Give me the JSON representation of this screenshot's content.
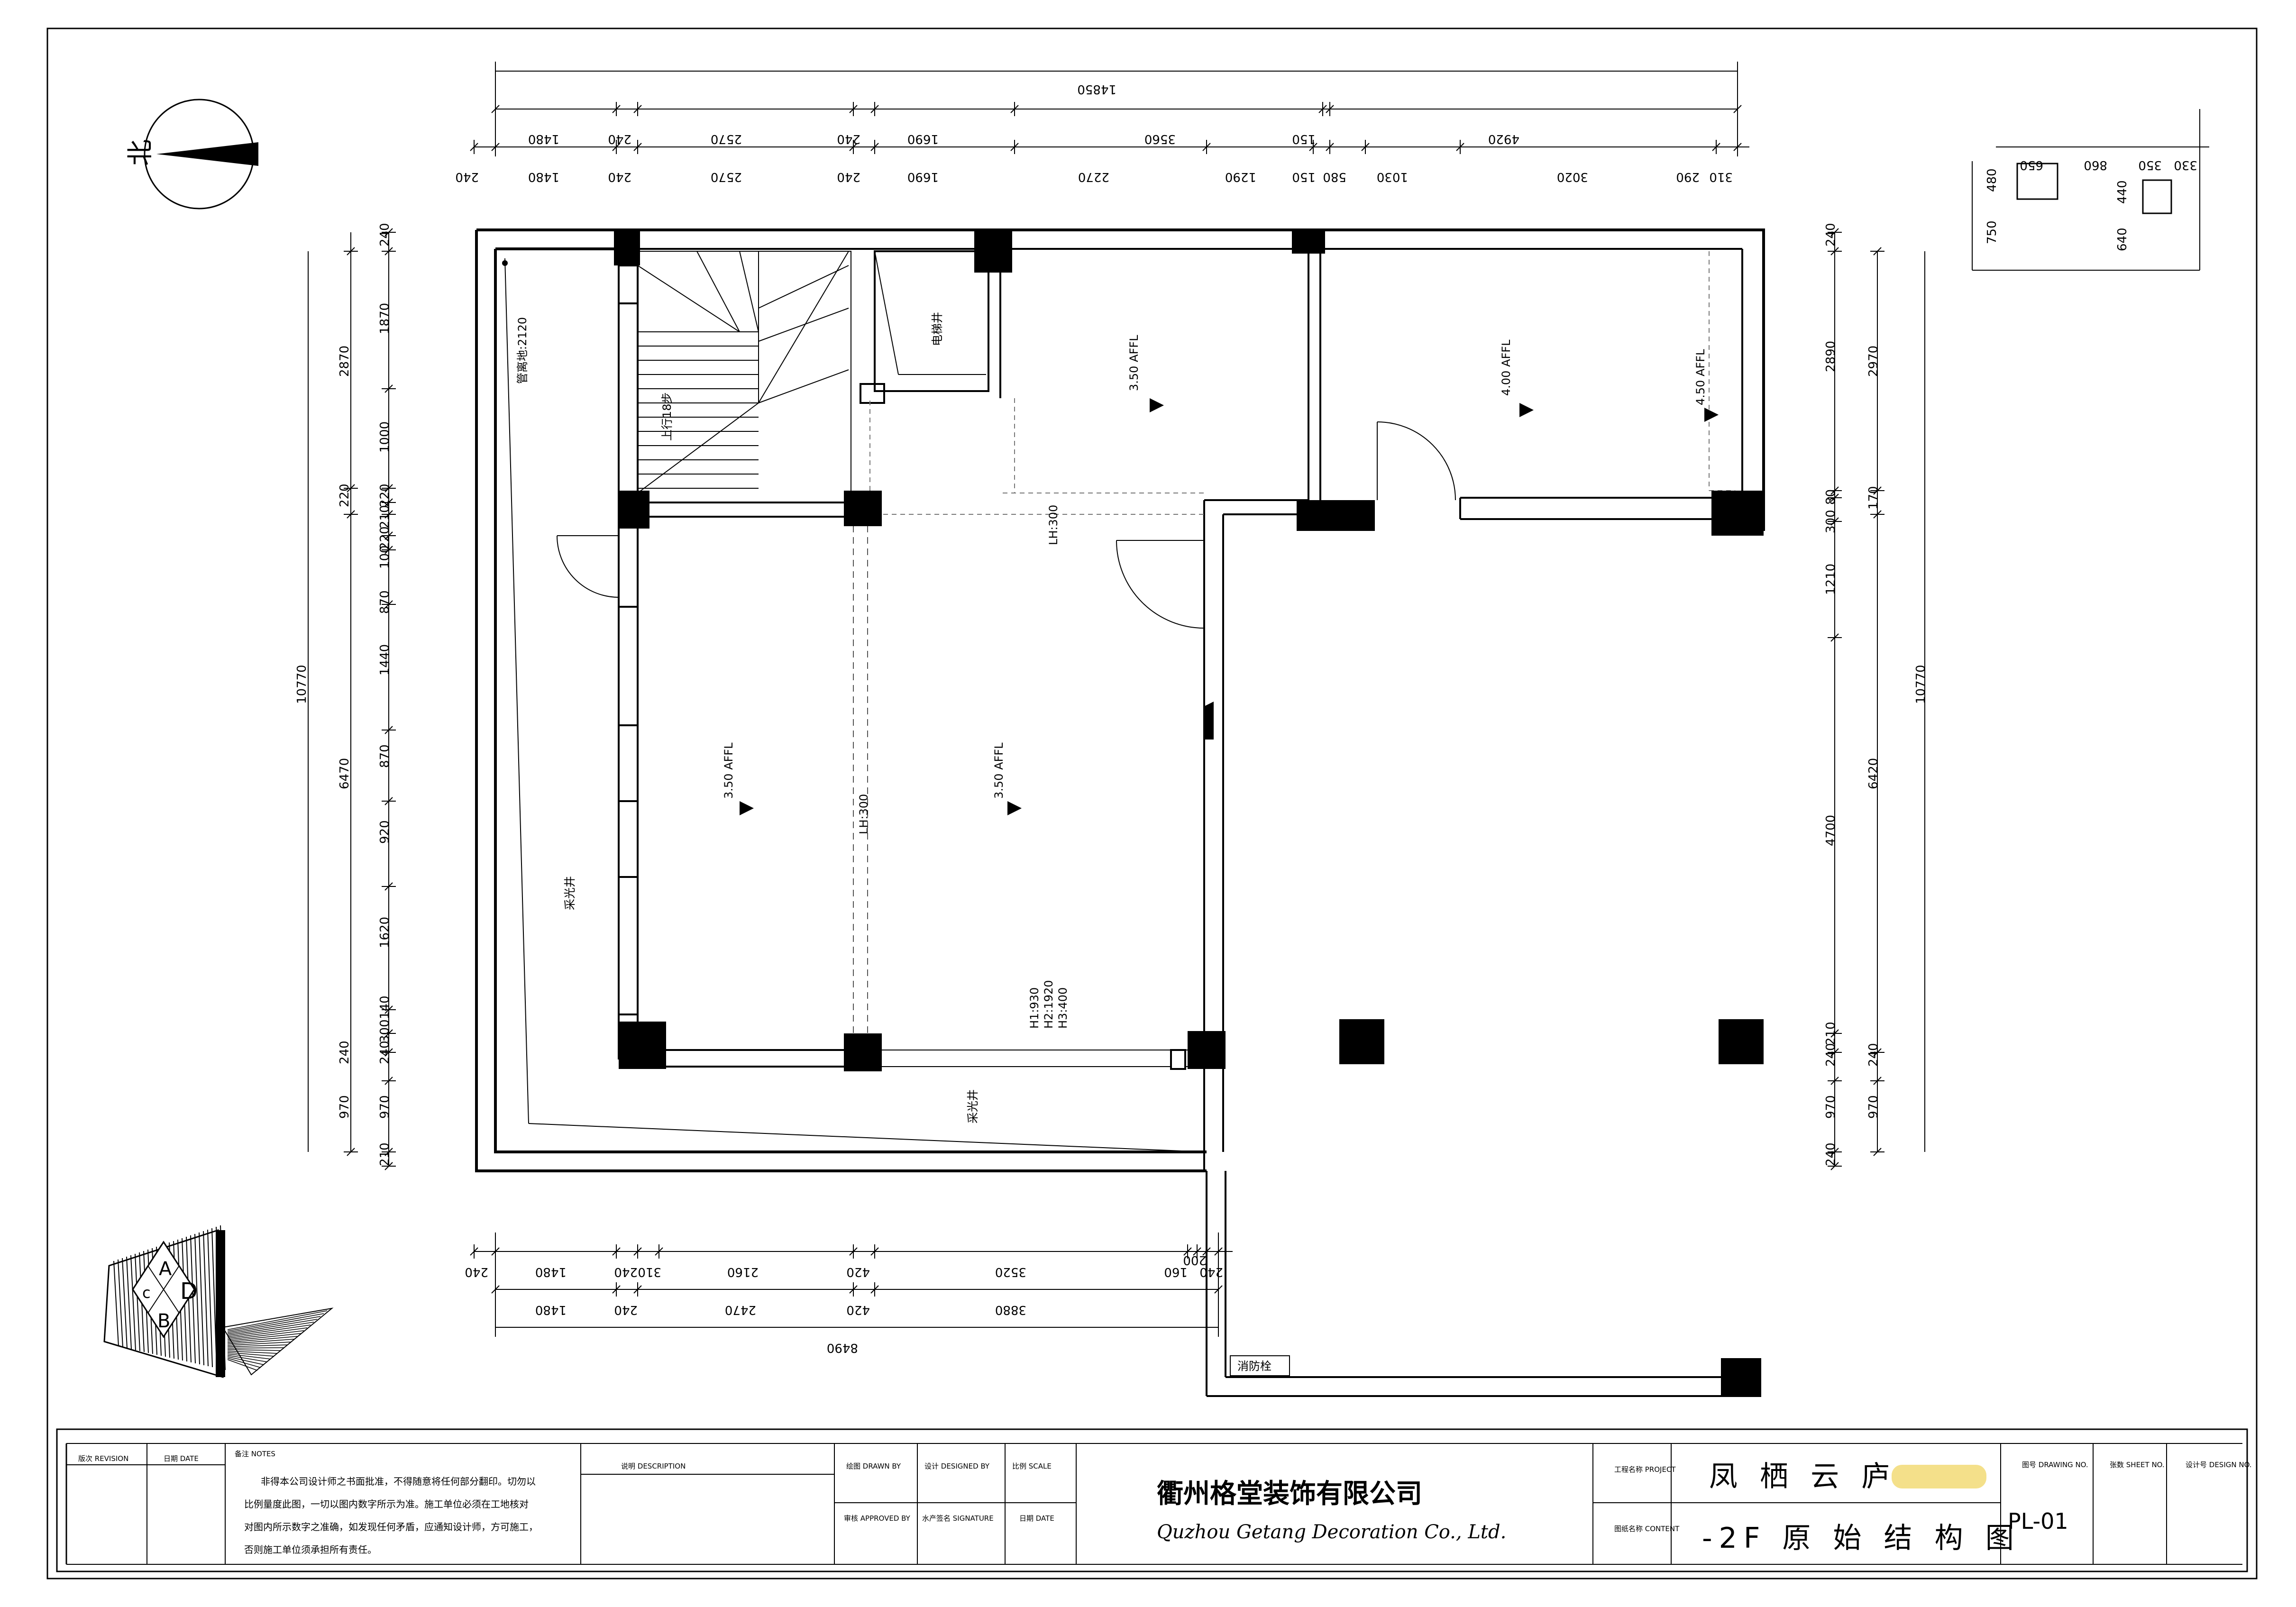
{
  "plan": {
    "north_label": "北",
    "dims_top_overall": "14850",
    "dims_top_row2": [
      "1480",
      "240",
      "2570",
      "240",
      "1690",
      "3560",
      "150",
      "4920"
    ],
    "dims_top_row1": [
      "240",
      "1480",
      "240",
      "2570",
      "240",
      "1690",
      "2270",
      "1290",
      "150",
      "580",
      "1030",
      "3020",
      "290",
      "310"
    ],
    "dims_left_outer": "10770",
    "dims_left_mid": [
      "2870",
      "220",
      "6470"
    ],
    "dims_left_inner": [
      "240",
      "1870",
      "1000",
      "220",
      "210",
      "220",
      "100",
      "870",
      "1440",
      "870",
      "920",
      "1620",
      "140",
      "300",
      "240",
      "970",
      "210"
    ],
    "dims_right_outer": "10770",
    "dims_right_mid": [
      "2970",
      "170",
      "6420",
      "240",
      "970"
    ],
    "dims_right_inner": [
      "240",
      "2890",
      "80",
      "300",
      "1210",
      "4700",
      "210",
      "240",
      "970",
      "240"
    ],
    "dims_bottom_row1": [
      "240",
      "1480",
      "240",
      "310",
      "2160",
      "420",
      "3520",
      "160",
      "200",
      "240"
    ],
    "dims_bottom_row2": [
      "1480",
      "240",
      "2470",
      "420",
      "3880"
    ],
    "dims_bottom_overall": "8490",
    "inset_top": [
      "650",
      "860",
      "350",
      "330"
    ],
    "inset_left": [
      "480",
      "750"
    ],
    "inset_mid": [
      "440",
      "640"
    ],
    "labels": {
      "pipe": "管离地:2120",
      "stair": "上行18步",
      "elevator": "电梯井",
      "lh_top": "LH:300",
      "lh_mid": "LH:300",
      "skylight_left": "采光井",
      "skylight_bottom": "采光井",
      "window_h": [
        "H1:930",
        "H2:1920",
        "H3:400"
      ],
      "fire": "消防栓",
      "elev_1": "3.50 AFFL",
      "elev_2": "4.00 AFFL",
      "elev_3": "4.50 AFFL",
      "elev_4": "3.50 AFFL",
      "elev_5": "3.50 AFFL"
    },
    "logo_letters": [
      "A",
      "D",
      "c",
      "B"
    ]
  },
  "title_block": {
    "rev_label": "版次  REVISION",
    "date_label": "日期  DATE",
    "notes_label": "备注  NOTES",
    "notes_lines": [
      "非得本公司设计师之书面批准，不得随意将任何部分翻印。切勿以",
      "比例量度此图，一切以图内数字所示为准。施工单位必须在工地核对",
      "对图内所示数字之准确，如发现任何矛盾，应通知设计师，方可施工，",
      "否则施工单位须承担所有责任。"
    ],
    "desc_label": "说明    DESCRIPTION",
    "drawn_label": "绘图  DRAWN BY",
    "designed_label": "设计  DESIGNED BY",
    "scale_label": "比例  SCALE",
    "approved_label": "审核  APPROVED BY",
    "signature_label": "水产签名  SIGNATURE",
    "date2_label": "日期  DATE",
    "company_cn": "衢州格堂装饰有限公司",
    "company_en": "Quzhou Getang Decoration Co., Ltd.",
    "project_label": "工程名称\nPROJECT",
    "content_label": "图纸名称\nCONTENT",
    "project_name": "凤 栖 云 庐",
    "drawing_name": "-2F 原 始 结 构 图",
    "drawing_no_label": "图号\nDRAWING NO.",
    "drawing_no": "PL-01",
    "sheet_label": "张数\nSHEET NO.",
    "design_label": "设计号\nDESIGN NO.",
    "redact_color": "#f4e08a"
  }
}
